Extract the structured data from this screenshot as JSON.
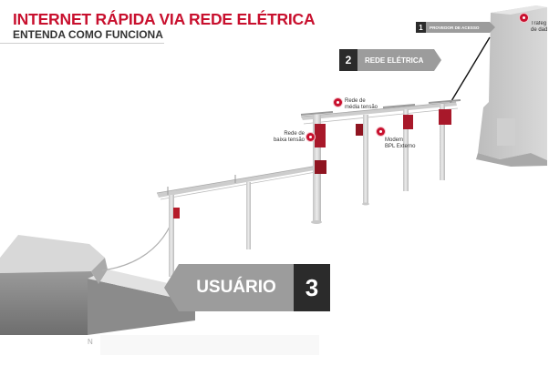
{
  "header": {
    "title": "INTERNET RÁPIDA VIA REDE ELÉTRICA",
    "subtitle": "ENTENDA COMO FUNCIONA"
  },
  "steps": {
    "provider": {
      "number": "1",
      "label": "PROVEDOR DE ACESSO"
    },
    "grid": {
      "number": "2",
      "label": "REDE ELÉTRICA"
    },
    "user": {
      "number": "3",
      "label": "USUÁRIO"
    }
  },
  "labels": {
    "low_voltage": "Rede de\nbaixa tensão",
    "medium_voltage": "Rede de\nmédia tensão",
    "bpl_modem": "Modem\nBPL Externo",
    "transformer": "Trafeg\nde dad",
    "user_fragment": "N"
  },
  "colors": {
    "accent": "#c8102e",
    "step_number_bg": "#2b2b2b",
    "step_label_bg": "#9c9c9c",
    "pole": "#d4d4d4",
    "modem_box": "#b51c2a"
  },
  "icons": [
    "info-pin-icon",
    "power-pole-icon",
    "bpl-modem-icon",
    "arrow-left-icon"
  ]
}
